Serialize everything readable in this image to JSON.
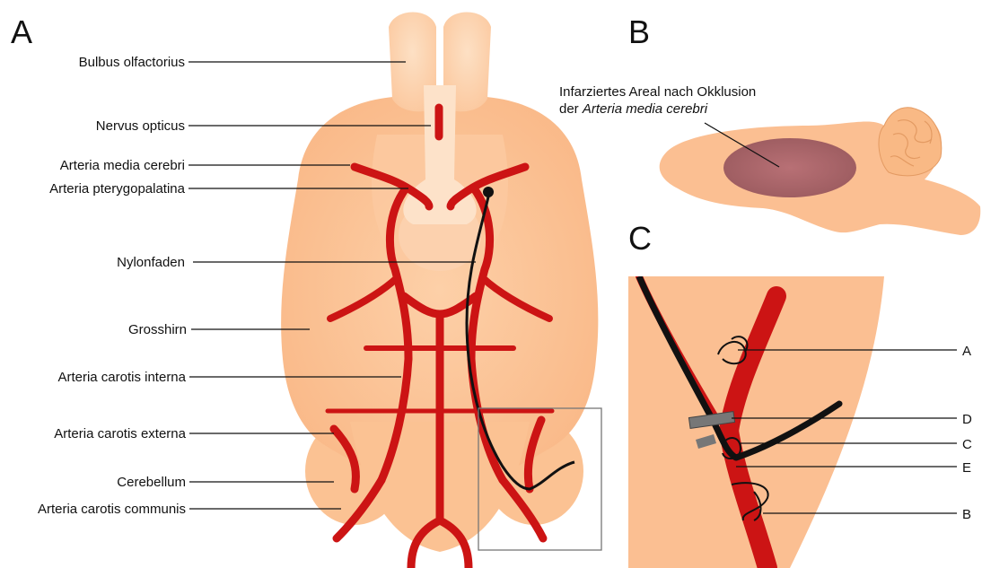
{
  "panels": {
    "a": "A",
    "b": "B",
    "c": "C"
  },
  "panel_a_labels": [
    "Bulbus olfactorius",
    "Nervus opticus",
    "Arteria media cerebri",
    "Arteria pterygopalatina",
    "Nylonfaden",
    "Grosshirn",
    "Arteria carotis interna",
    "Arteria carotis externa",
    "Cerebellum",
    "Arteria carotis communis"
  ],
  "panel_b": {
    "label_line1": "Infarziertes Areal nach Okklusion",
    "label_line2_prefix": "der ",
    "label_line2_italic": "Arteria media cerebri"
  },
  "panel_c_labels": [
    "A",
    "D",
    "C",
    "E",
    "B"
  ],
  "colors": {
    "brain_fill": "#fbbf92",
    "brain_light": "#fdd4b0",
    "artery": "#cc1414",
    "infarct": "#a05a5e",
    "thread": "#111111"
  }
}
